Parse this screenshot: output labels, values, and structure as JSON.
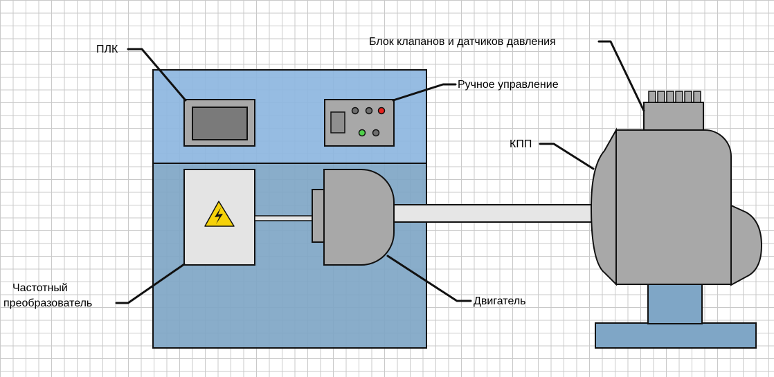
{
  "labels": {
    "plc": "ПЛК",
    "manual": "Ручное управление",
    "valves": "Блок клапанов и датчиков давления",
    "gearbox": "КПП",
    "vfd_line1": "Частотный",
    "vfd_line2": "преобразователь",
    "motor": "Двигатель"
  },
  "colors": {
    "cabinet_top": "#8db6df",
    "cabinet_bottom": "#7fa6c6",
    "component_gray": "#a8a8a8",
    "vfd_panel": "#e4e4e4",
    "shaft": "#e6e6e6",
    "indicator_red": "#e8231e",
    "indicator_green": "#4fd04a",
    "warning_yellow": "#f5d20a"
  },
  "icons": {
    "vfd_symbol": "high-voltage-warning-icon"
  }
}
